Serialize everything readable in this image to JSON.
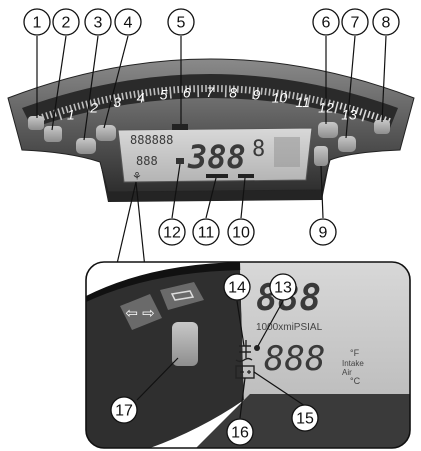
{
  "tachometer": {
    "scale_numbers": [
      "1",
      "2",
      "3",
      "4",
      "5",
      "6",
      "7",
      "8",
      "9",
      "10",
      "11",
      "12",
      "13"
    ]
  },
  "lcd": {
    "speed_digits": "388",
    "gear_digit": "8",
    "odometer_digits": "888888",
    "clock_digits": "888",
    "temp_digits": "888",
    "inset_large_digits": "888",
    "inset_units": "1000xmiPSIAL",
    "inset_temp_units": [
      "°F",
      "°C",
      "Intake",
      "Air"
    ]
  },
  "callouts": {
    "top": [
      "1",
      "2",
      "3",
      "4",
      "5",
      "6",
      "7",
      "8"
    ],
    "lower": [
      "12",
      "11",
      "10",
      "9"
    ],
    "inset": [
      "14",
      "13",
      "15",
      "16",
      "17"
    ]
  },
  "icons": {
    "turn_signal_arrows": "⇦ ⇨",
    "engine_icon": "engine-check-icon"
  },
  "colors": {
    "cluster_dark": "#3c3c3c",
    "cluster_mid": "#6f6f6f",
    "lcd_bg": "#c9c9c9"
  }
}
